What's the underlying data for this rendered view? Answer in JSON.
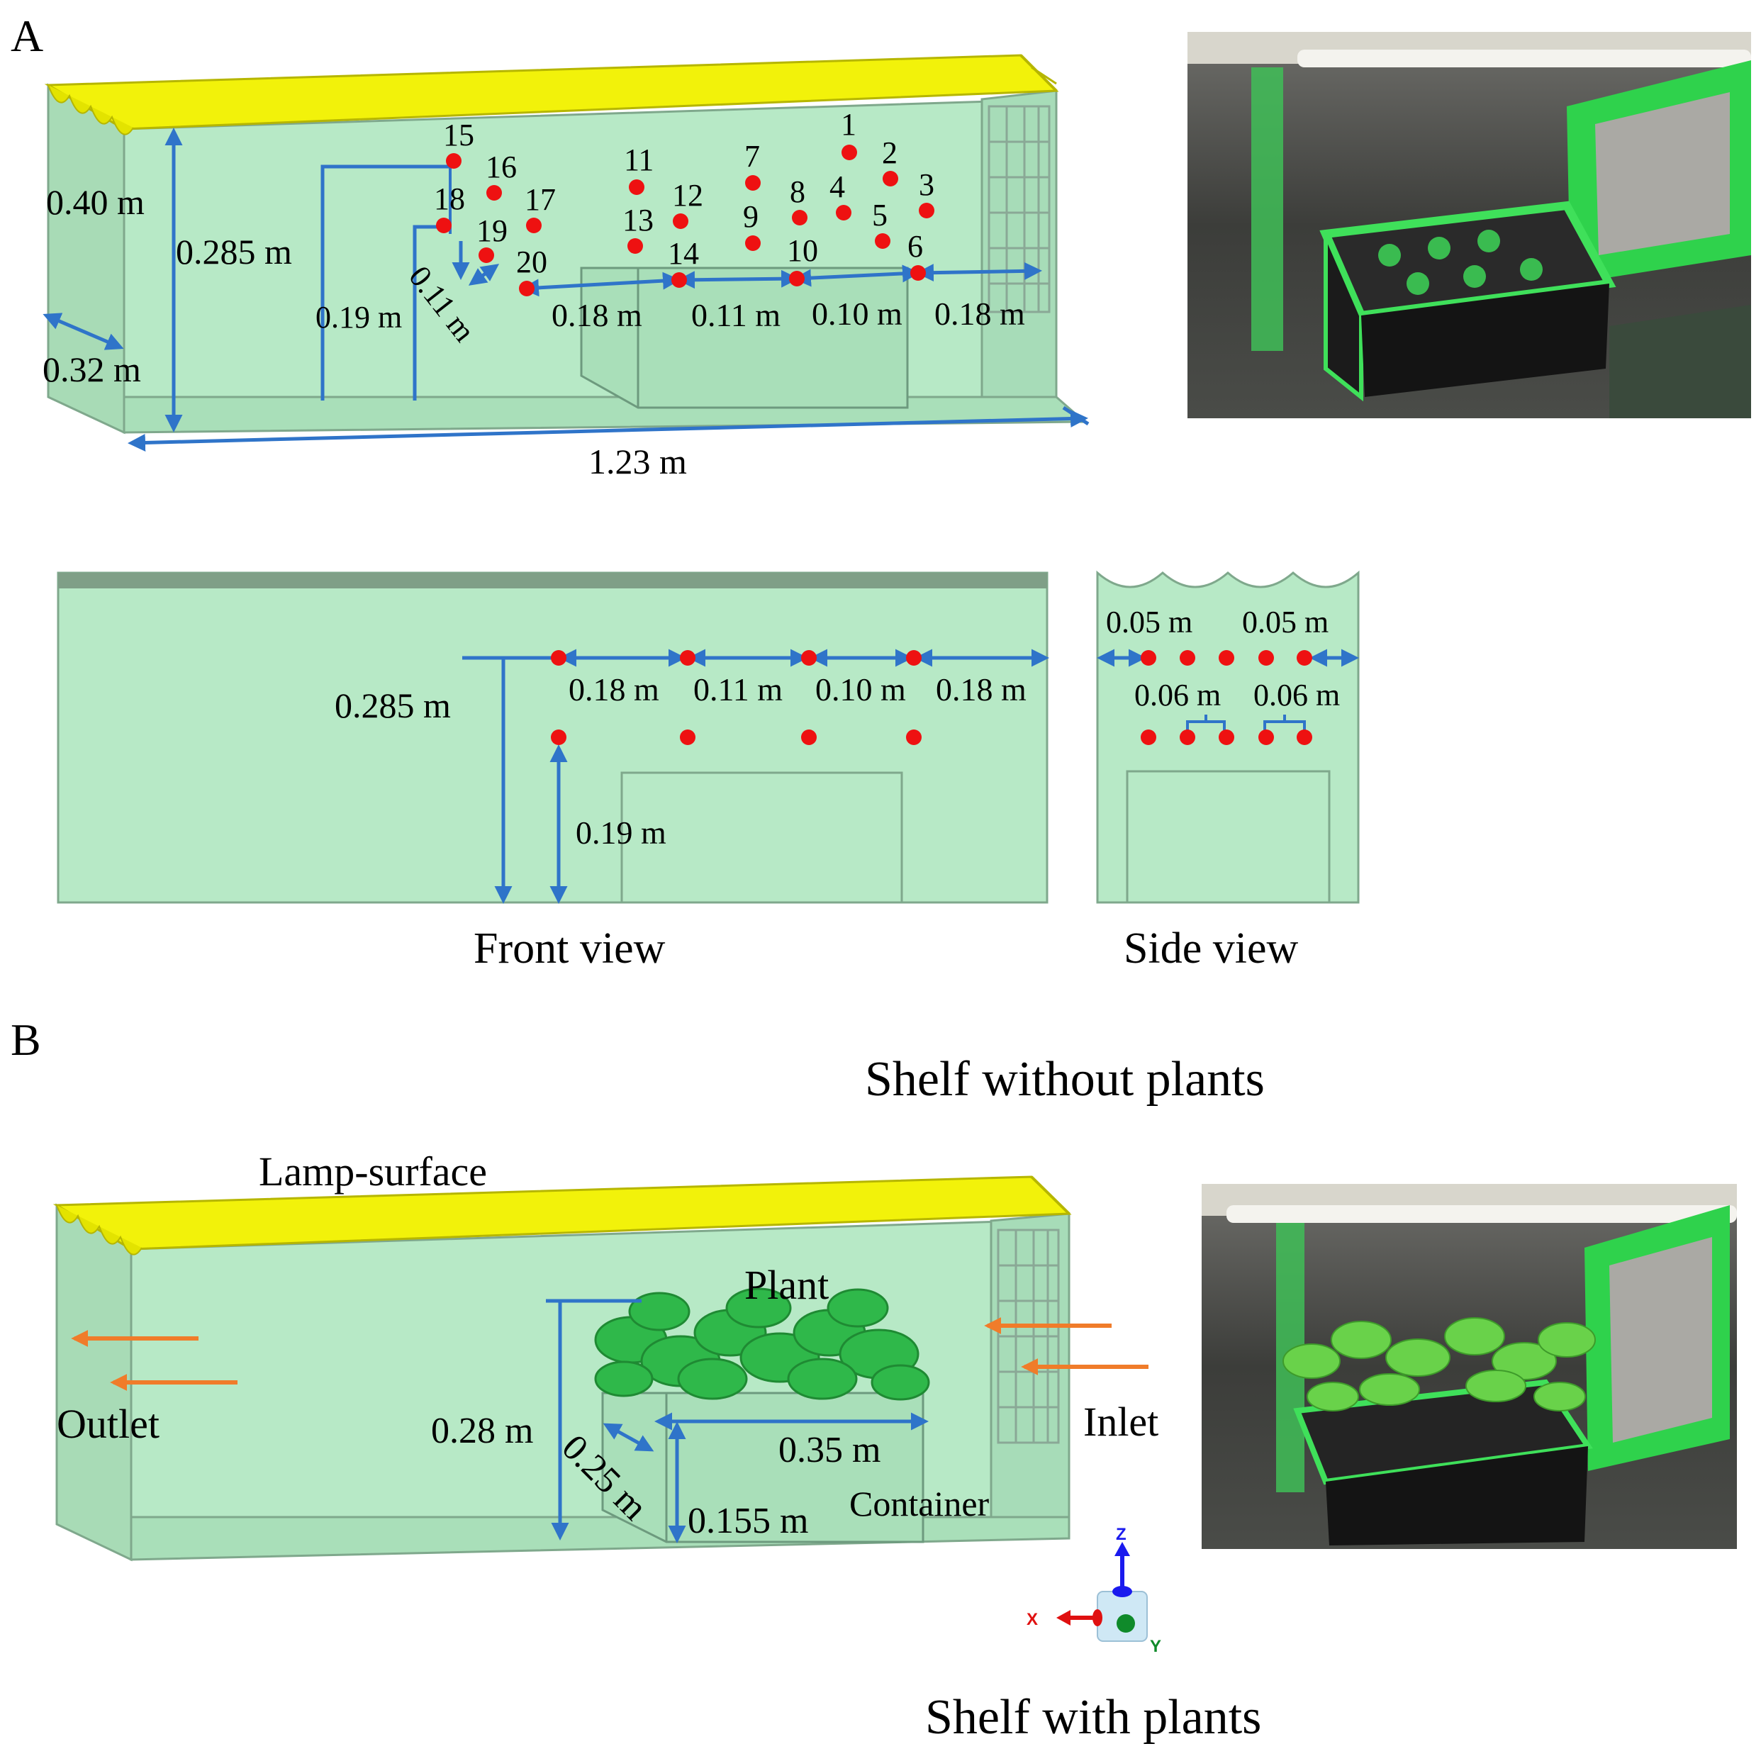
{
  "panels": {
    "a": "A",
    "b": "B"
  },
  "section_a": {
    "dims": {
      "height": "0.40 m",
      "depth": "0.32 m",
      "h_upper": "0.285 m",
      "h_lower": "0.19 m",
      "diag": "0.11 m",
      "s1": "0.18 m",
      "s2": "0.11 m",
      "s3": "0.10 m",
      "s4": "0.18 m",
      "length": "1.23 m"
    },
    "sensor_points": [
      "1",
      "2",
      "3",
      "4",
      "5",
      "6",
      "7",
      "8",
      "9",
      "10",
      "11",
      "12",
      "13",
      "14",
      "15",
      "16",
      "17",
      "18",
      "19",
      "20"
    ],
    "front_view": {
      "h_upper": "0.285 m",
      "h_lower": "0.19 m",
      "s1": "0.18 m",
      "s2": "0.11 m",
      "s3": "0.10 m",
      "s4": "0.18 m",
      "caption": "Front view"
    },
    "side_view": {
      "top_left": "0.05 m",
      "top_right": "0.05 m",
      "mid_left": "0.06 m",
      "mid_right": "0.06 m",
      "caption": "Side view"
    },
    "caption": "Shelf without plants"
  },
  "section_b": {
    "lamp": "Lamp-surface",
    "plant": "Plant",
    "outlet": "Outlet",
    "inlet": "Inlet",
    "container": "Container",
    "dims": {
      "total_h": "0.28 m",
      "depth": "0.25 m",
      "length": "0.35 m",
      "cont_h": "0.155 m"
    },
    "axes": {
      "x": "X",
      "y": "Y",
      "z": "Z"
    },
    "caption": "Shelf with plants"
  },
  "colors": {
    "volume": "#b7e9c6",
    "edge": "#7fa88c",
    "lamp": "#f2f20a",
    "dimension": "#2f74c9",
    "sensor": "#ee1111",
    "airflow": "#f07c2a",
    "leaf": "#2fb84a"
  }
}
